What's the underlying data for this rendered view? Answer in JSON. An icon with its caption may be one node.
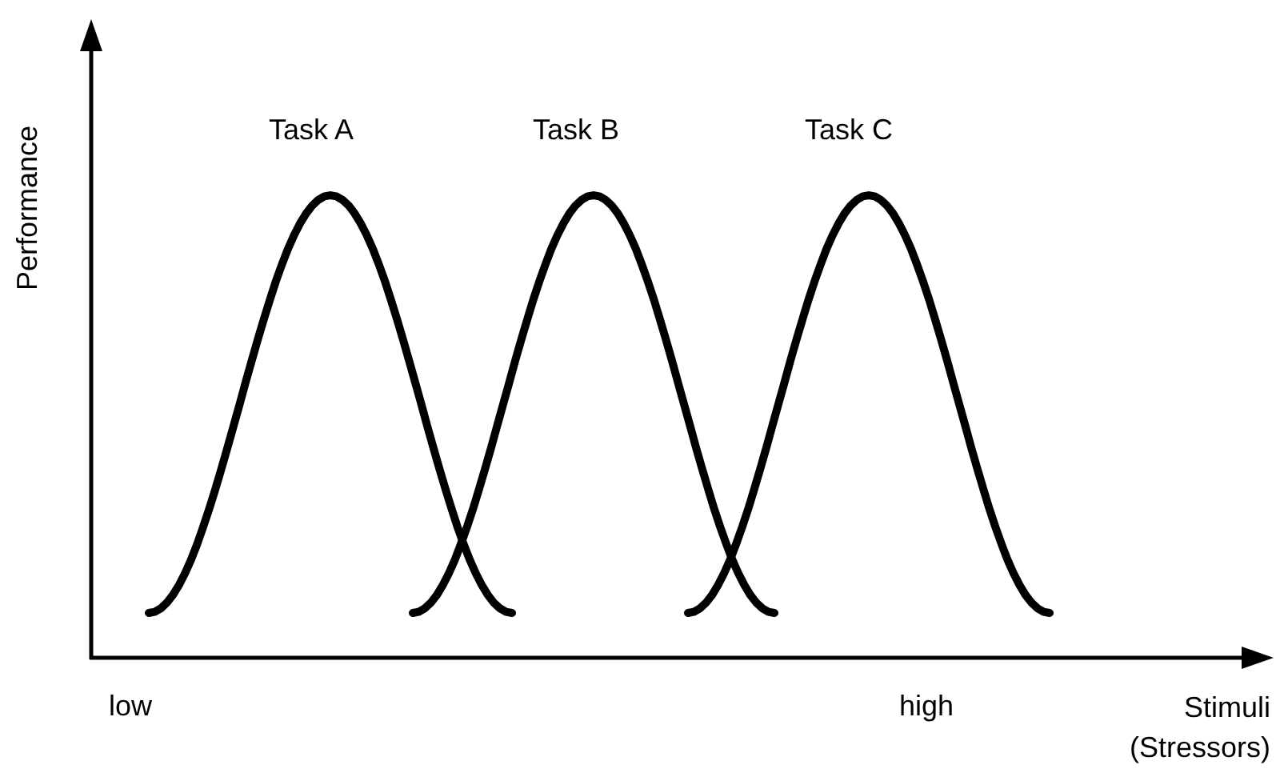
{
  "diagram": {
    "labels": [
      "Task A",
      "Task B",
      "Task C",
      "Performance",
      "low",
      "high",
      "Stimuli (Stressors)"
    ]
  }
}
